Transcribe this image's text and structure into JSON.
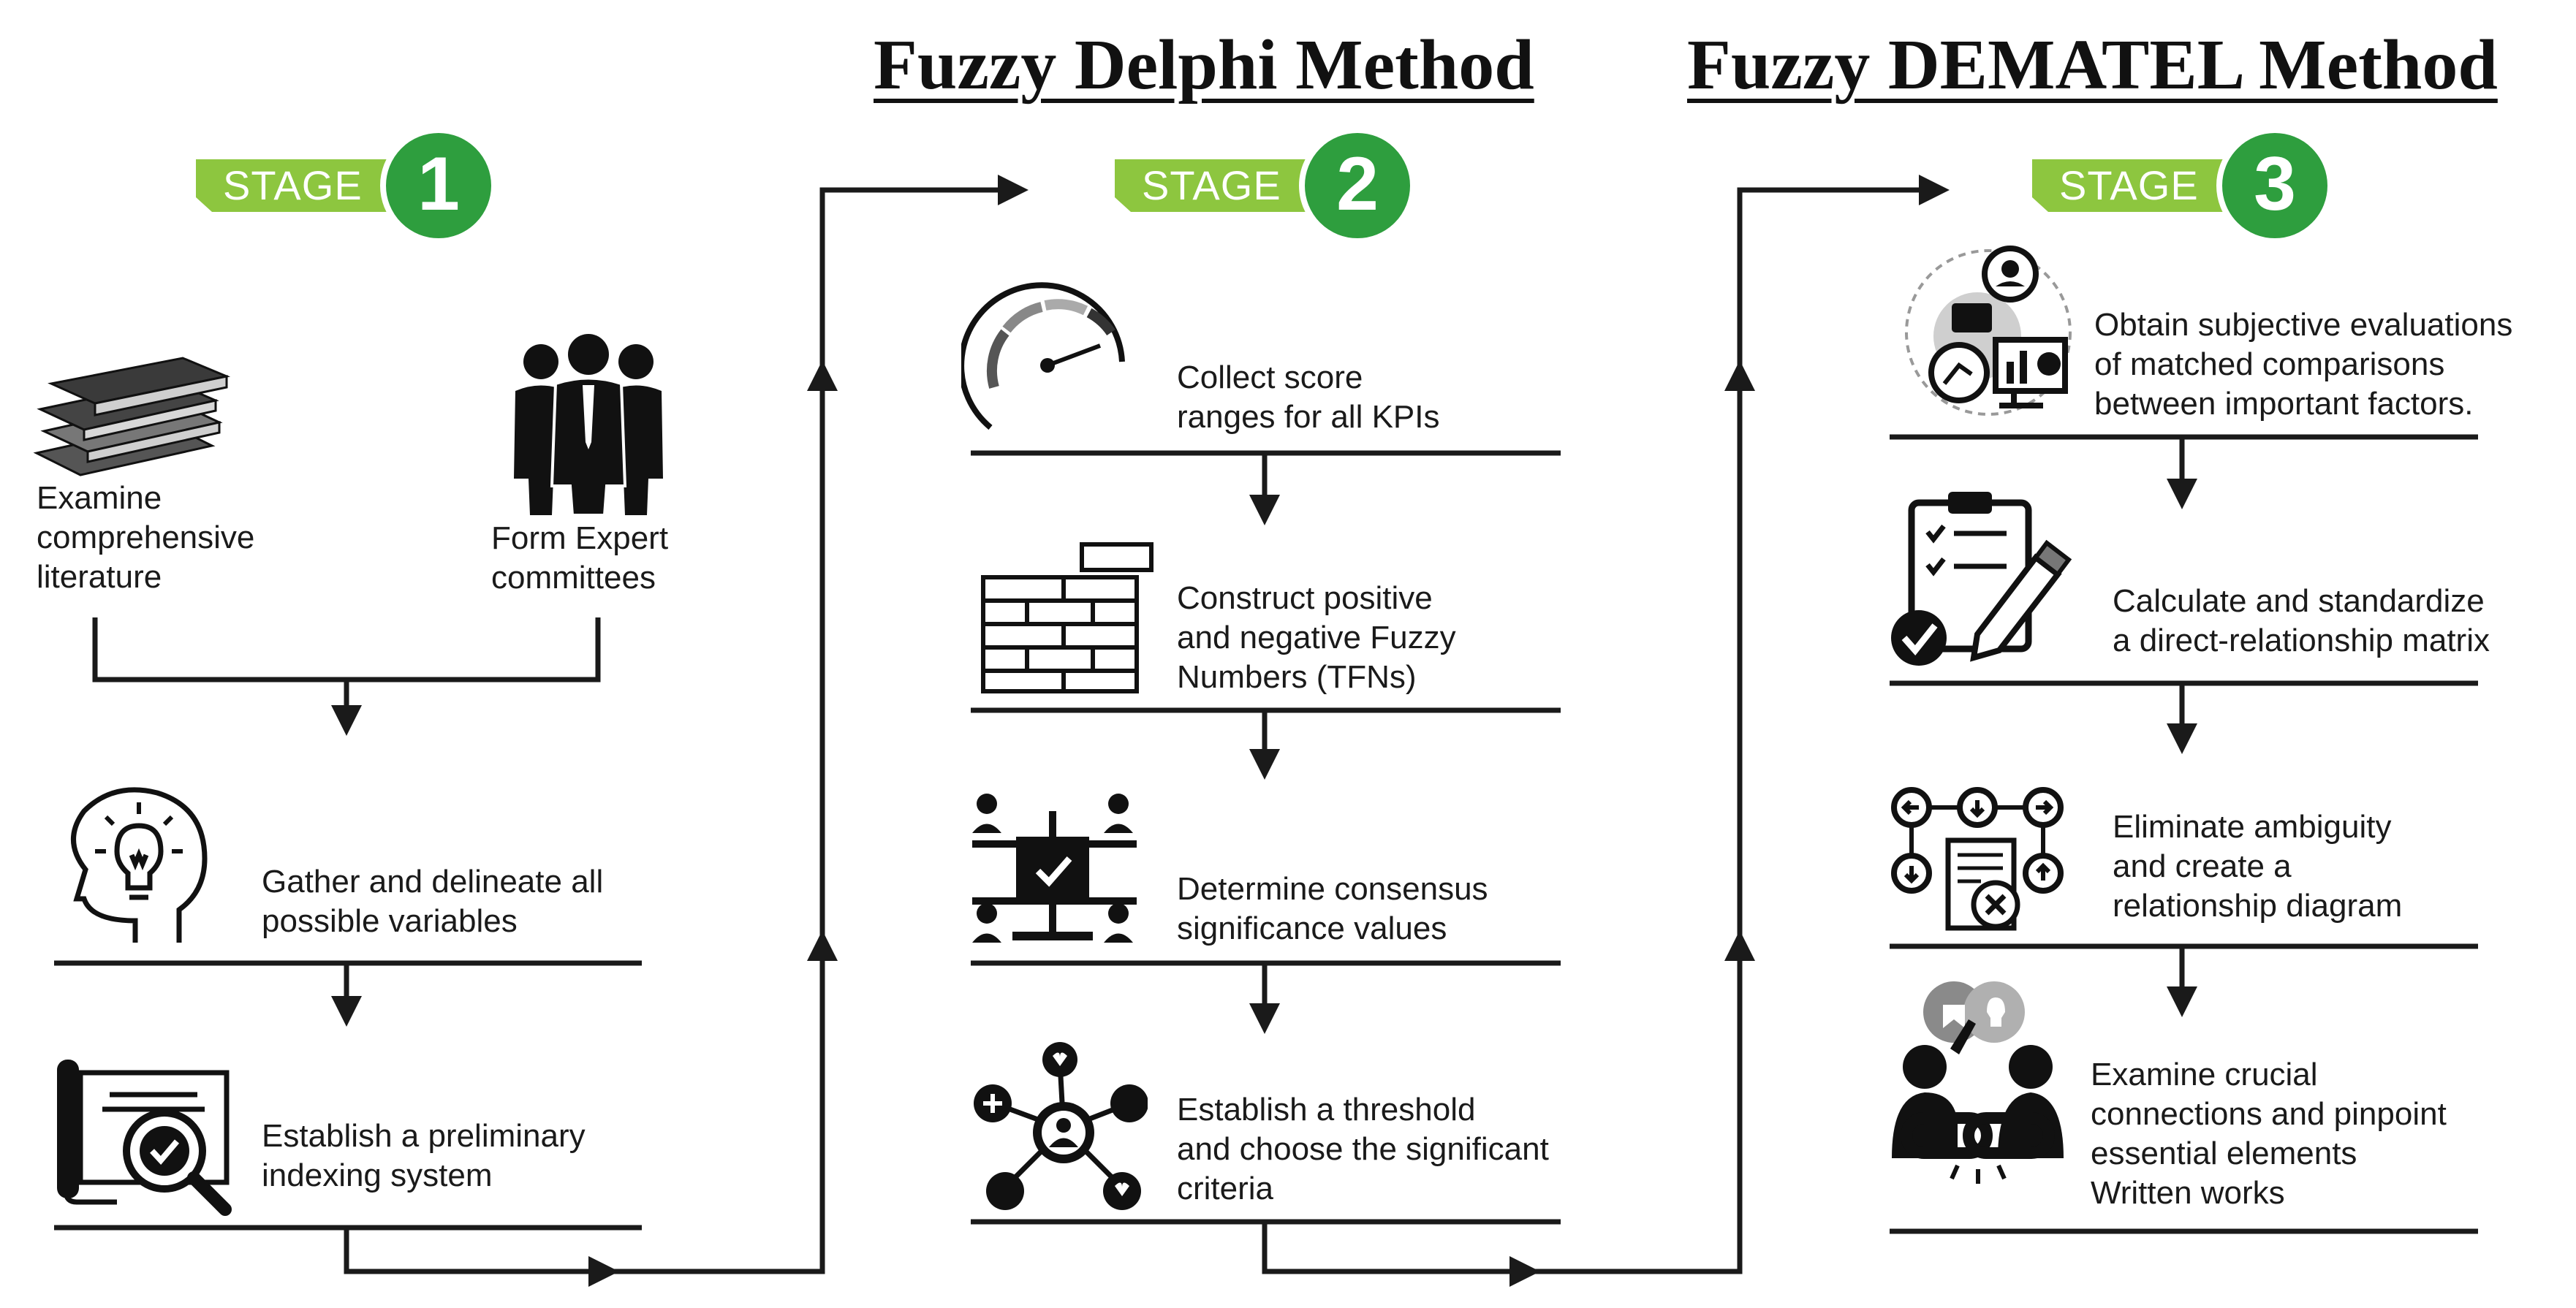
{
  "methods": {
    "delphi_title": "Fuzzy Delphi Method",
    "dematel_title": "Fuzzy DEMATEL Method"
  },
  "stages": [
    {
      "label": "STAGE",
      "number": "1"
    },
    {
      "label": "STAGE",
      "number": "2"
    },
    {
      "label": "STAGE",
      "number": "3"
    }
  ],
  "stage1": {
    "literature": "Examine\ncomprehensive\nliterature",
    "experts": "Form Expert\ncommittees",
    "variables": "Gather and delineate all\npossible variables",
    "indexing": "Establish a preliminary\nindexing system"
  },
  "stage2": {
    "score": "Collect score\nranges for all KPIs",
    "tfn": "Construct positive\nand negative Fuzzy\nNumbers (TFNs)",
    "consensus": "Determine consensus\nsignificance values",
    "threshold": "Establish a threshold\nand choose the significant\ncriteria"
  },
  "stage3": {
    "evaluations": "Obtain subjective evaluations\nof matched comparisons\nbetween important factors.",
    "matrix": "Calculate and standardize\na direct-relationship matrix",
    "ambiguity": "Eliminate ambiguity\nand create a\nrelationship diagram",
    "connections": "Examine crucial\nconnections and pinpoint\nessential elements\nWritten works"
  },
  "colors": {
    "stage_green": "#2e9e3e",
    "stage_banner": "#8dc63f",
    "line": "#1a1a1a"
  },
  "icons": {
    "books": "books-icon",
    "team": "business-team-icon",
    "idea": "head-lightbulb-icon",
    "document": "document-magnifier-icon",
    "gauge": "speedometer-icon",
    "bricks": "brick-wall-icon",
    "network": "consensus-network-icon",
    "social": "social-network-icon",
    "analytics": "analytics-person-icon",
    "clipboard": "clipboard-check-icon",
    "flow": "relationship-flow-icon",
    "discussion": "discussion-chain-icon"
  }
}
